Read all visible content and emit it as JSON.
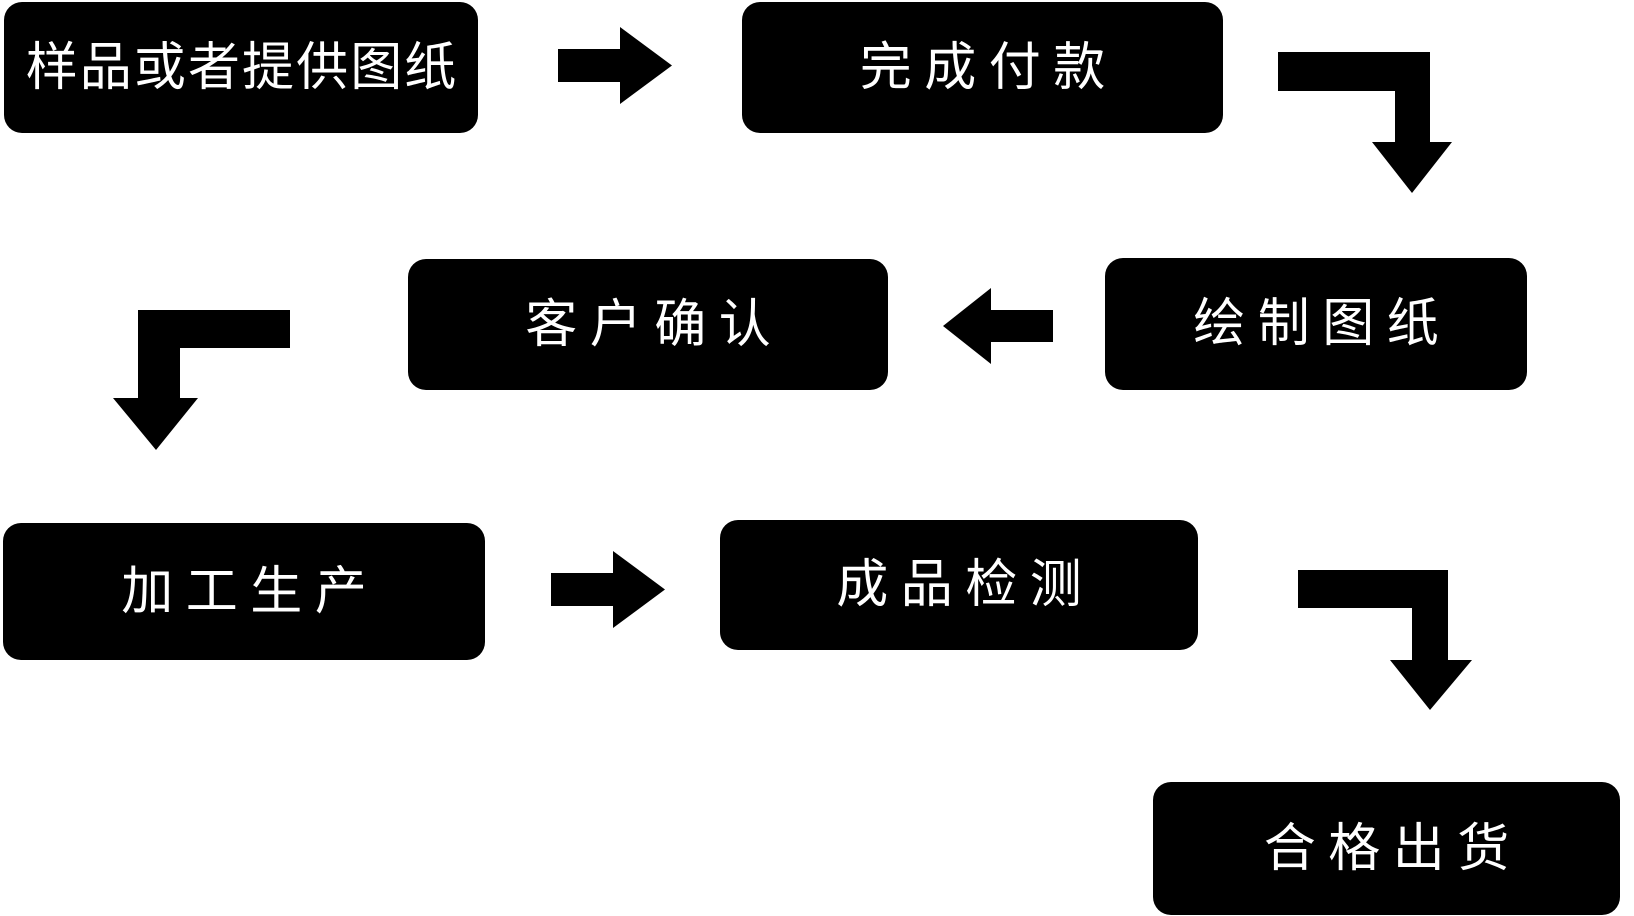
{
  "diagram": {
    "type": "flowchart",
    "description_semantic": "production-order-process-flow",
    "colors": {
      "background": "#ffffff",
      "node_fill": "#000000",
      "node_text": "#ffffff",
      "arrow_fill": "#000000"
    },
    "nodes": [
      {
        "id": "sample-or-drawing",
        "label": "样品或者提供图纸"
      },
      {
        "id": "complete-payment",
        "label": "完成付款"
      },
      {
        "id": "draw-drawings",
        "label": "绘制图纸"
      },
      {
        "id": "customer-confirmation",
        "label": "客户确认"
      },
      {
        "id": "processing-production",
        "label": "加工生产"
      },
      {
        "id": "finished-inspection",
        "label": "成品检测"
      },
      {
        "id": "qualified-shipment",
        "label": "合格出货"
      }
    ],
    "connectors": [
      {
        "from": "样品或者提供图纸",
        "to": "完成付款",
        "shape": "straight-right-arrow"
      },
      {
        "from": "完成付款",
        "to": "绘制图纸",
        "shape": "elbow-right-down-arrow"
      },
      {
        "from": "绘制图纸",
        "to": "客户确认",
        "shape": "straight-left-arrow"
      },
      {
        "from": "客户确认",
        "to": "加工生产",
        "shape": "elbow-left-down-arrow"
      },
      {
        "from": "加工生产",
        "to": "成品检测",
        "shape": "straight-right-arrow"
      },
      {
        "from": "成品检测",
        "to": "合格出货",
        "shape": "elbow-right-down-arrow"
      }
    ]
  }
}
